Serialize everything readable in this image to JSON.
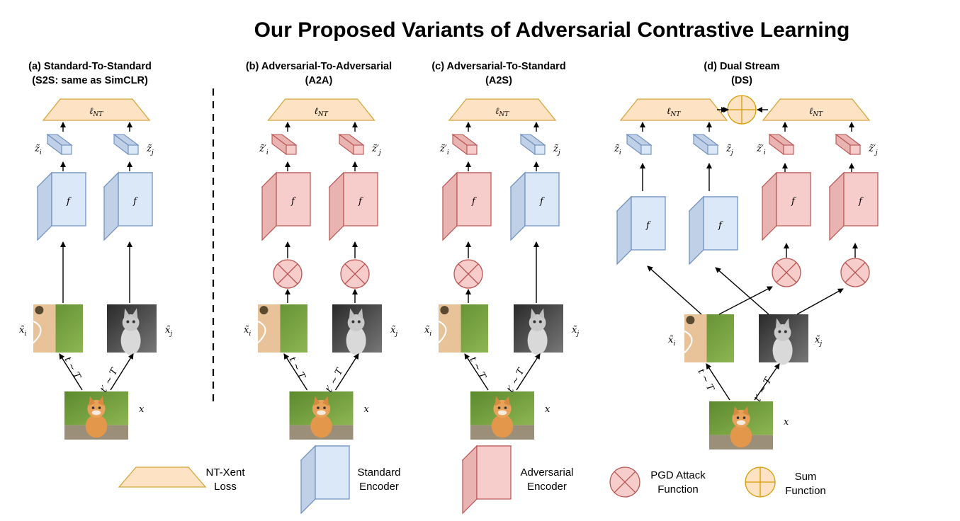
{
  "title": "Our Proposed Variants of Adversarial Contrastive Learning",
  "panels": [
    {
      "line1": "(a) Standard-To-Standard",
      "line2": "(S2S: same as SimCLR)"
    },
    {
      "line1": "(b) Adversarial-To-Adversarial",
      "line2": "(A2A)"
    },
    {
      "line1": "(c) Adversarial-To-Standard",
      "line2": "(A2S)"
    },
    {
      "line1": "(d) Dual Stream",
      "line2": "(DS)"
    }
  ],
  "math": {
    "loss": "ℓ",
    "loss_sub": "NT",
    "encoder": "f",
    "zi": "z̃",
    "zj": "z̃",
    "zi_adv": "z̃′",
    "zj_adv": "z̃′",
    "sub_i": "i",
    "sub_j": "j",
    "xi": "x̃",
    "xj": "x̃",
    "x": "x",
    "t_label": "t ~ T",
    "tp_label": "t′ ~ T"
  },
  "legend": {
    "loss": [
      "NT-Xent",
      "Loss"
    ],
    "standard": [
      "Standard",
      "Encoder"
    ],
    "adversarial": [
      "Adversarial",
      "Encoder"
    ],
    "pgd": [
      "PGD Attack",
      "Function"
    ],
    "sum": [
      "Sum",
      "Function"
    ]
  },
  "colors": {
    "loss_fill": "#fde3c4",
    "loss_stroke": "#d6a43a",
    "std_fill": "#dbe8f8",
    "std_side": "#c0d0e6",
    "std_stroke": "#6c8ebf",
    "adv_fill": "#f7cdcc",
    "adv_side": "#e8b3b1",
    "adv_stroke": "#b85450",
    "sum_fill": "#fde3c4",
    "sum_stroke": "#d79b00"
  }
}
